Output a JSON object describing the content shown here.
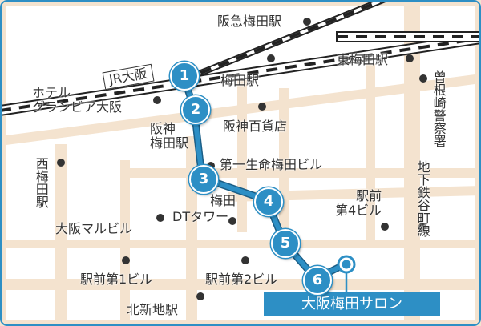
{
  "colors": {
    "road": "#f4e3cf",
    "route": "#2d8fc5",
    "route_outline": "#1b5e86",
    "rail": "#222222",
    "border": "#2d8fc5",
    "label_bg": "#2d8fc5"
  },
  "labels": {
    "hankyu_umeda": "阪急梅田駅",
    "higashi_umeda": "東梅田駅",
    "jr_osaka": "JR大阪",
    "umeda_station": "梅田駅",
    "hotel_granvia": "ホテル\nグランビア大阪",
    "hanshin_umeda": "阪神\n梅田駅",
    "hanshin_dept": "阪神百貨店",
    "daiichi_seimei": "第一生命梅田ビル",
    "nishi_umeda": "西梅田駅",
    "umeda": "梅田",
    "dt_tower": "DTタワー",
    "osaka_maru": "大阪マルビル",
    "ekimae4": "駅前\n第4ビル",
    "ekimae1": "駅前第1ビル",
    "ekimae2": "駅前第2ビル",
    "kitashinchi": "北新地駅",
    "sonezaki_police": "曾根崎警察署",
    "tanimachi": "地下鉄谷町線",
    "salon": "大阪梅田サロン"
  },
  "route": {
    "steps": [
      "1",
      "2",
      "3",
      "4",
      "5",
      "6"
    ]
  }
}
